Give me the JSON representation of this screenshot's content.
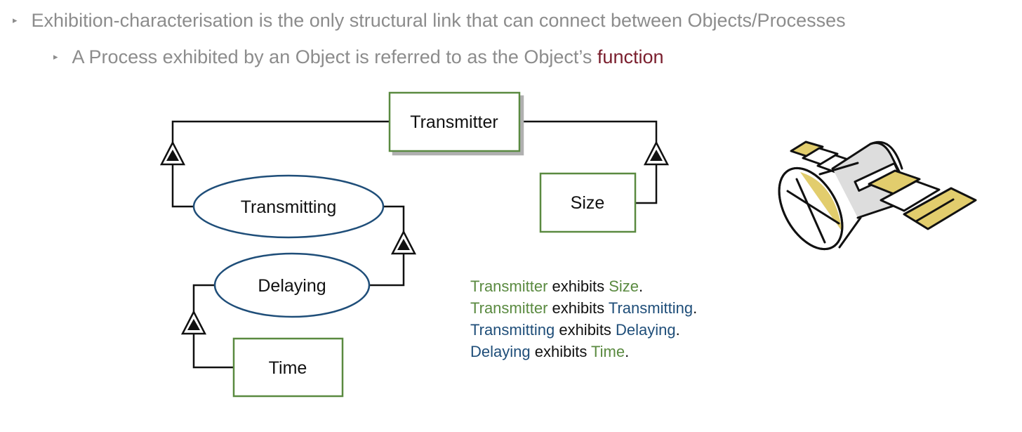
{
  "bullets": {
    "level1": "Exhibition-characterisation is the only structural link that can connect between Objects/Processes",
    "level2_prefix": "A Process exhibited by an Object is referred to as the Object’s ",
    "level2_accent": "function",
    "marker_icon": "triangle-bullet-icon"
  },
  "nodes": {
    "transmitter": "Transmitter",
    "size": "Size",
    "transmitting": "Transmitting",
    "delaying": "Delaying",
    "time": "Time"
  },
  "statements": [
    {
      "subject": "Transmitter",
      "verb": " exhibits ",
      "object": "Size",
      "end": "."
    },
    {
      "subject": "Transmitter",
      "verb": " exhibits ",
      "object": "Transmitting",
      "end": "."
    },
    {
      "subject": "Transmitting",
      "verb": " exhibits ",
      "object": "Delaying",
      "end": "."
    },
    {
      "subject": "Delaying",
      "verb": " exhibits ",
      "object": "Time",
      "end": "."
    }
  ],
  "colors": {
    "object_green": "#5a8a40",
    "process_blue": "#1f4e79",
    "accent": "#7a1f2e",
    "bullet_gray": "#8c8c8c",
    "satellite_panel": "#e2cd6d"
  },
  "icons": [
    "satellite-icon",
    "exhibition-triangle-icon"
  ]
}
